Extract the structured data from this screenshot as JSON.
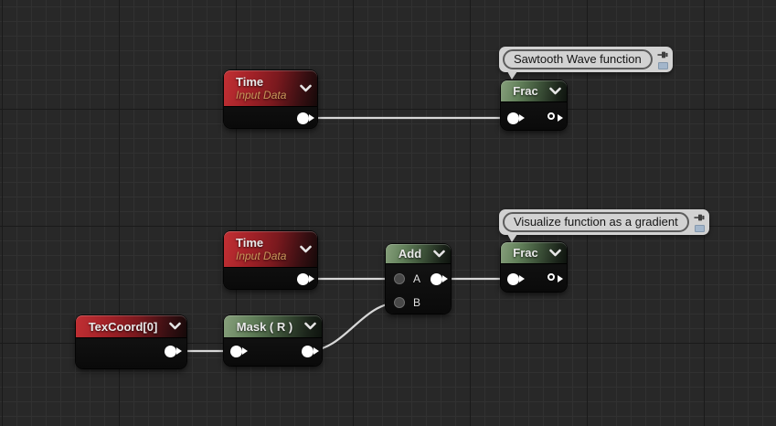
{
  "app": {
    "view": "material-node-graph"
  },
  "colors": {
    "canvas_bg": "#282828",
    "grid_minor": "#313131",
    "grid_major": "#1a1a1a",
    "wire": "#d8d8d8",
    "header_red": "#a02127",
    "header_green": "#62805a",
    "node_body": "#101010",
    "bubble_bg": "#d2d2d2",
    "subtitle_text": "#c9975a"
  },
  "comments": {
    "sawtooth": {
      "text": "Sawtooth Wave function"
    },
    "gradient": {
      "text": "Visualize function as a gradient"
    }
  },
  "nodes": {
    "time_top": {
      "title": "Time",
      "subtitle": "Input Data"
    },
    "frac_top": {
      "title": "Frac"
    },
    "time_bottom": {
      "title": "Time",
      "subtitle": "Input Data"
    },
    "add": {
      "title": "Add",
      "input_a_label": "A",
      "input_b_label": "B"
    },
    "frac_bottom": {
      "title": "Frac"
    },
    "texcoord": {
      "title": "TexCoord[0]"
    },
    "mask": {
      "title": "Mask ( R )"
    }
  },
  "icons": {
    "chevron": "chevron-down",
    "comment_pin": "push-pin",
    "comment_widget": "bubble-grid"
  }
}
